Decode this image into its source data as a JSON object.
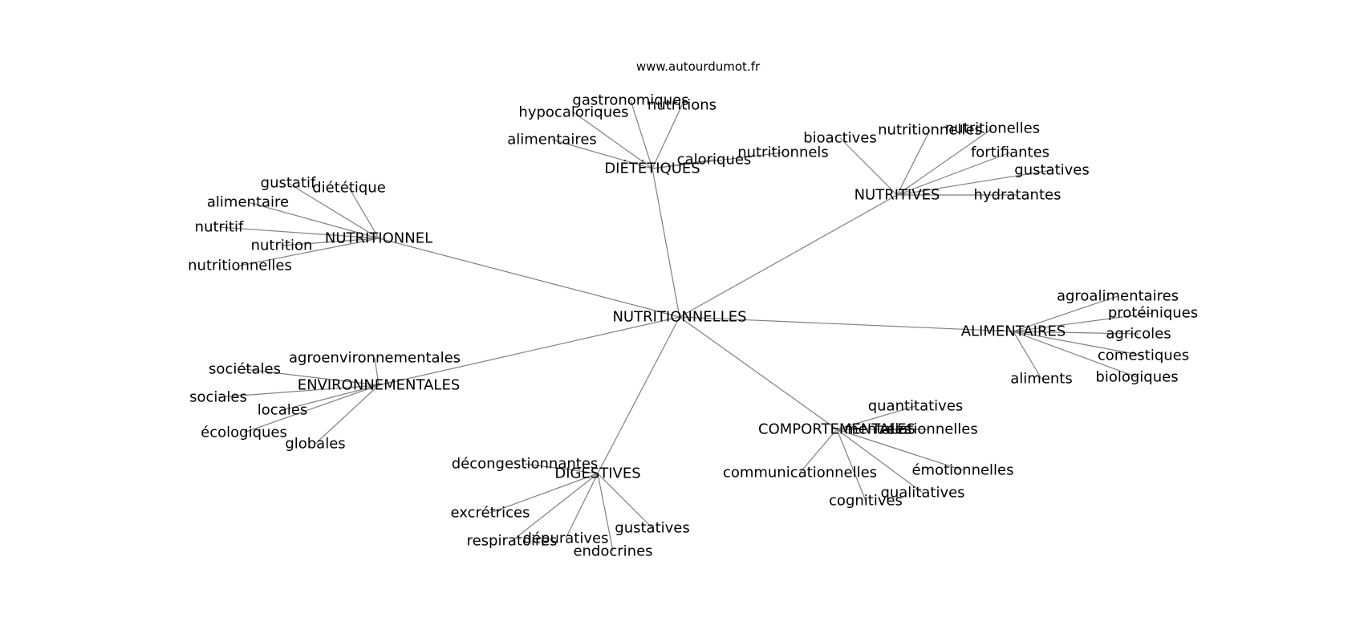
{
  "watermark": "www.autourdumot.fr",
  "graph": {
    "root": "NUTRITIONNELLES",
    "clusters": [
      {
        "id": "dietetiques",
        "label": "DIÉTÉTIQUES",
        "leaves": [
          "gastronomiques",
          "nutritions",
          "hypocaloriques",
          "alimentaires",
          "caloriques",
          "nutritionnels"
        ]
      },
      {
        "id": "nutritives",
        "label": "NUTRITIVES",
        "leaves": [
          "bioactives",
          "nutritionnelles",
          "nutritionelles",
          "fortifiantes",
          "gustatives",
          "hydratantes"
        ]
      },
      {
        "id": "nutritionnel",
        "label": "NUTRITIONNEL",
        "leaves": [
          "gustatif",
          "diététique",
          "alimentaire",
          "nutritif",
          "nutrition",
          "nutritionnelles"
        ]
      },
      {
        "id": "alimentaires",
        "label": "ALIMENTAIRES",
        "leaves": [
          "agroalimentaires",
          "protéiniques",
          "agricoles",
          "comestiques",
          "biologiques",
          "aliments"
        ]
      },
      {
        "id": "environnementales",
        "label": "ENVIRONNEMENTALES",
        "leaves": [
          "agroenvironnementales",
          "sociétales",
          "sociales",
          "locales",
          "écologiques",
          "globales"
        ]
      },
      {
        "id": "comportementales",
        "label": "COMPORTEMENTALES",
        "leaves": [
          "quantitatives",
          "mentales",
          "relationnelles",
          "émotionnelles",
          "communicationnelles",
          "qualitatives",
          "cognitives"
        ]
      },
      {
        "id": "digestives",
        "label": "DIGESTIVES",
        "leaves": [
          "décongestionnantes",
          "excrétrices",
          "respiratoires",
          "dépuratives",
          "gustatives",
          "endocrines"
        ]
      }
    ]
  }
}
